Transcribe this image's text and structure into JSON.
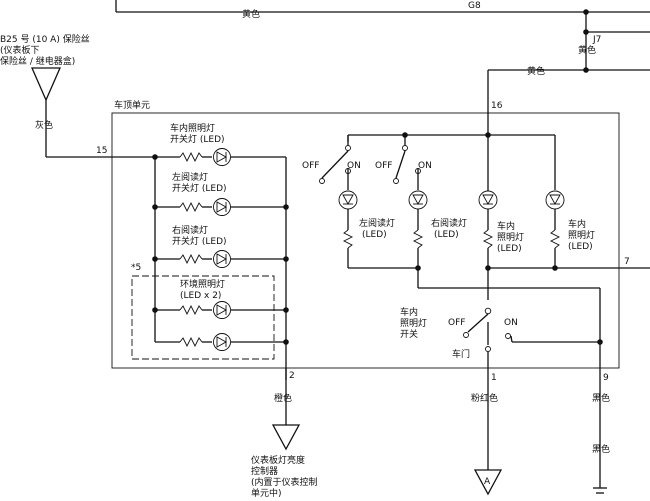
{
  "labels": {
    "fuse_line1": "B25 号 (10 A) 保险丝",
    "fuse_line2": "(仪表板下",
    "fuse_line3": "保险丝 / 继电器盒)",
    "wire_gray": "灰色",
    "wire_yellow_top": "黄色",
    "code_g8": "G8",
    "code_j7": "J7",
    "wire_yellow_j7": "黄色",
    "wire_yellow_right": "黄色",
    "unit_title": "车顶单元",
    "pin_15": "15",
    "pin_16": "16",
    "pin_7": "7",
    "pin_2": "2",
    "pin_1": "1",
    "pin_9": "9",
    "led1_line1": "车内照明灯",
    "led1_line2": "开关灯 (LED)",
    "led2_line1": "左阅读灯",
    "led2_line2": "开关灯 (LED)",
    "led3_line1": "右阅读灯",
    "led3_line2": "开关灯 (LED)",
    "note_5": "*5",
    "ambient_line1": "环境照明灯",
    "ambient_line2": "(LED x 2)",
    "off_1": "OFF",
    "on_1": "ON",
    "off_2": "OFF",
    "on_2": "ON",
    "lamp_left_line1": "左阅读灯",
    "lamp_left_line2": "(LED)",
    "lamp_right_line1": "右阅读灯",
    "lamp_right_line2": "(LED)",
    "lamp_int1_line1": "车内",
    "lamp_int1_line2": "照明灯",
    "lamp_int1_line3": "(LED)",
    "lamp_int2_line1": "车内",
    "lamp_int2_line2": "照明灯",
    "lamp_int2_line3": "(LED)",
    "switch_line1": "车内",
    "switch_line2": "照明灯",
    "switch_line3": "开关",
    "switch_off": "OFF",
    "switch_on": "ON",
    "door": "车门",
    "wire_orange": "橙色",
    "wire_pink": "粉红色",
    "wire_black1": "黑色",
    "wire_black2": "黑色",
    "ctrl_line1": "仪表板灯亮度",
    "ctrl_line2": "控制器",
    "ctrl_line3": "(内置于仪表控制",
    "ctrl_line4": "单元中)",
    "conn_a": "A"
  }
}
